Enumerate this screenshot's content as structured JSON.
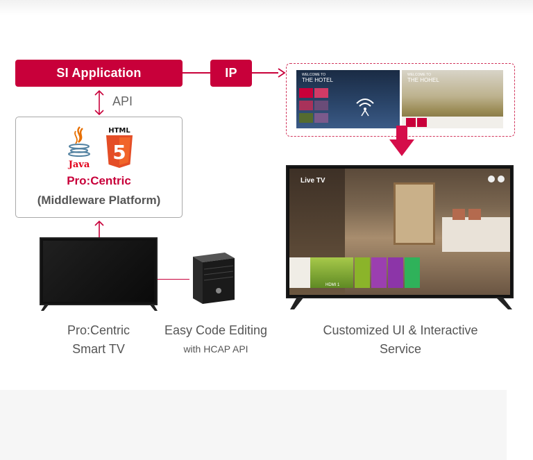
{
  "labels": {
    "si_application": "SI Application",
    "ip": "IP",
    "api": "API"
  },
  "middleware": {
    "java_label": "Java",
    "html_label": "HTML",
    "html_version": "5",
    "name": "Pro:Centric",
    "subtitle": "(Middleware Platform)"
  },
  "captions": {
    "smart_tv_line1": "Pro:Centric",
    "smart_tv_line2": "Smart TV",
    "code_line1": "Easy Code Editing",
    "code_line2": "with HCAP API",
    "ui_line1": "Customized UI & Interactive",
    "ui_line2": "Service"
  },
  "screens": {
    "thumb1_small": "WELCOME TO",
    "thumb1_title": "THE HOTEL",
    "thumb2_small": "WELCOME TO",
    "thumb2_title": "THE HOHEL",
    "live_tv": "Live TV",
    "hdmi": "HDMI 1"
  },
  "colors": {
    "brand_red": "#c8003a",
    "border_gray": "#a8a8a8"
  }
}
